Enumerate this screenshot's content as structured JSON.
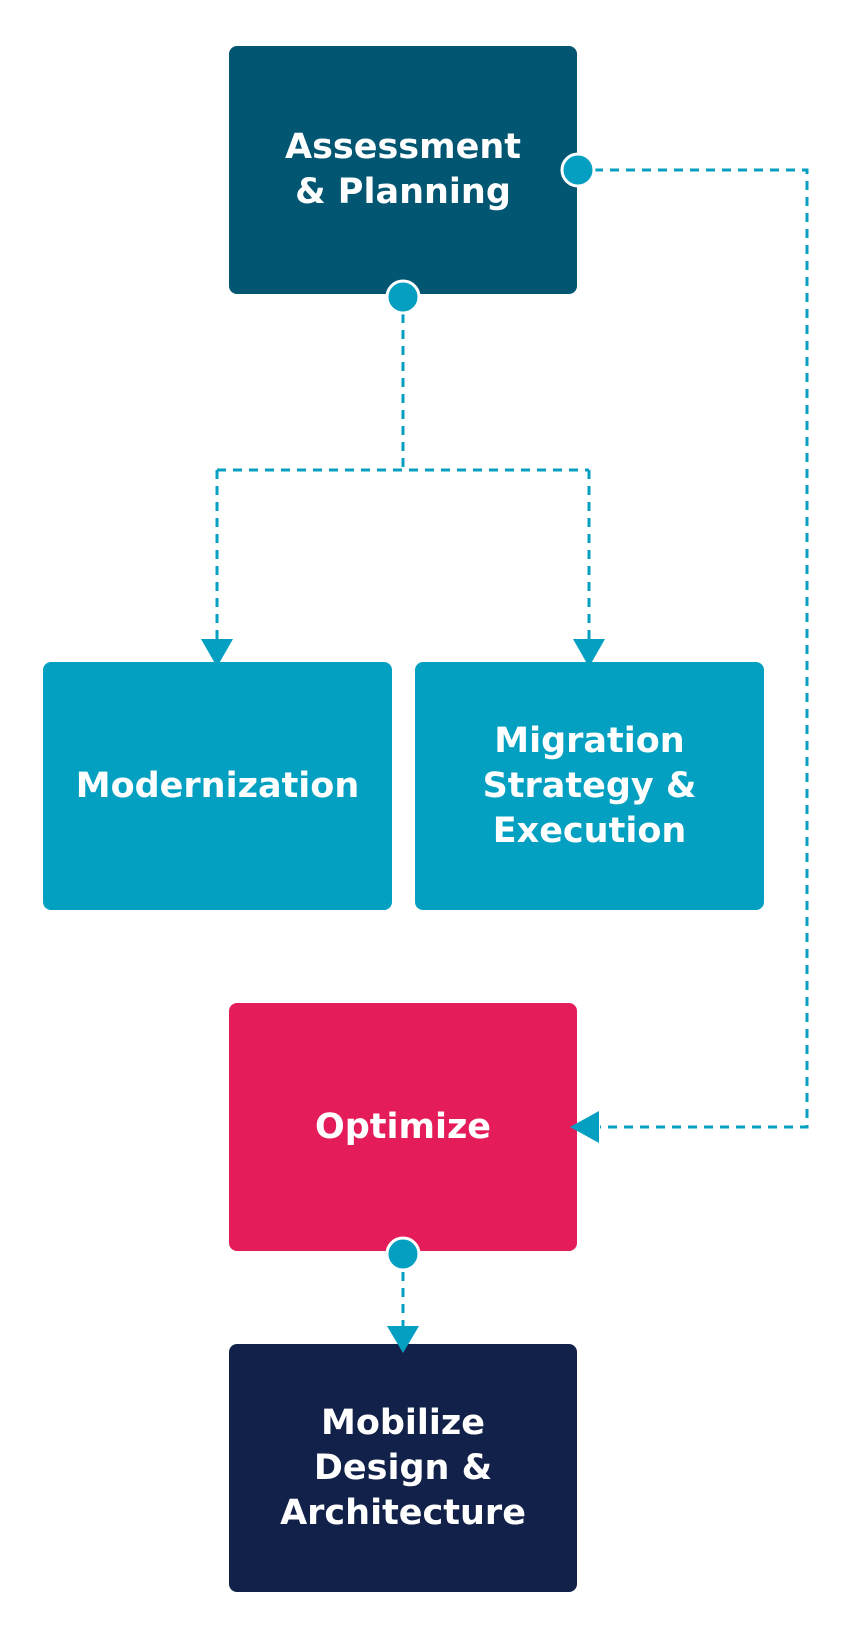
{
  "colors": {
    "connector": "#05a0c1",
    "dot_stroke": "#ffffff"
  },
  "nodes": {
    "assessment": {
      "label": "Assessment\n& Planning",
      "color": "#035672"
    },
    "modernization": {
      "label": "Modernization",
      "color": "#03a0c1"
    },
    "migration": {
      "label": "Migration\nStrategy &\nExecution",
      "color": "#03a0c1"
    },
    "optimize": {
      "label": "Optimize",
      "color": "#e51c5a"
    },
    "mobilize": {
      "label": "Mobilize\nDesign &\nArchitecture",
      "color": "#122149"
    }
  },
  "edges": [
    {
      "from": "assessment",
      "to": "modernization"
    },
    {
      "from": "assessment",
      "to": "migration"
    },
    {
      "from": "assessment",
      "to": "optimize"
    },
    {
      "from": "optimize",
      "to": "mobilize"
    }
  ]
}
